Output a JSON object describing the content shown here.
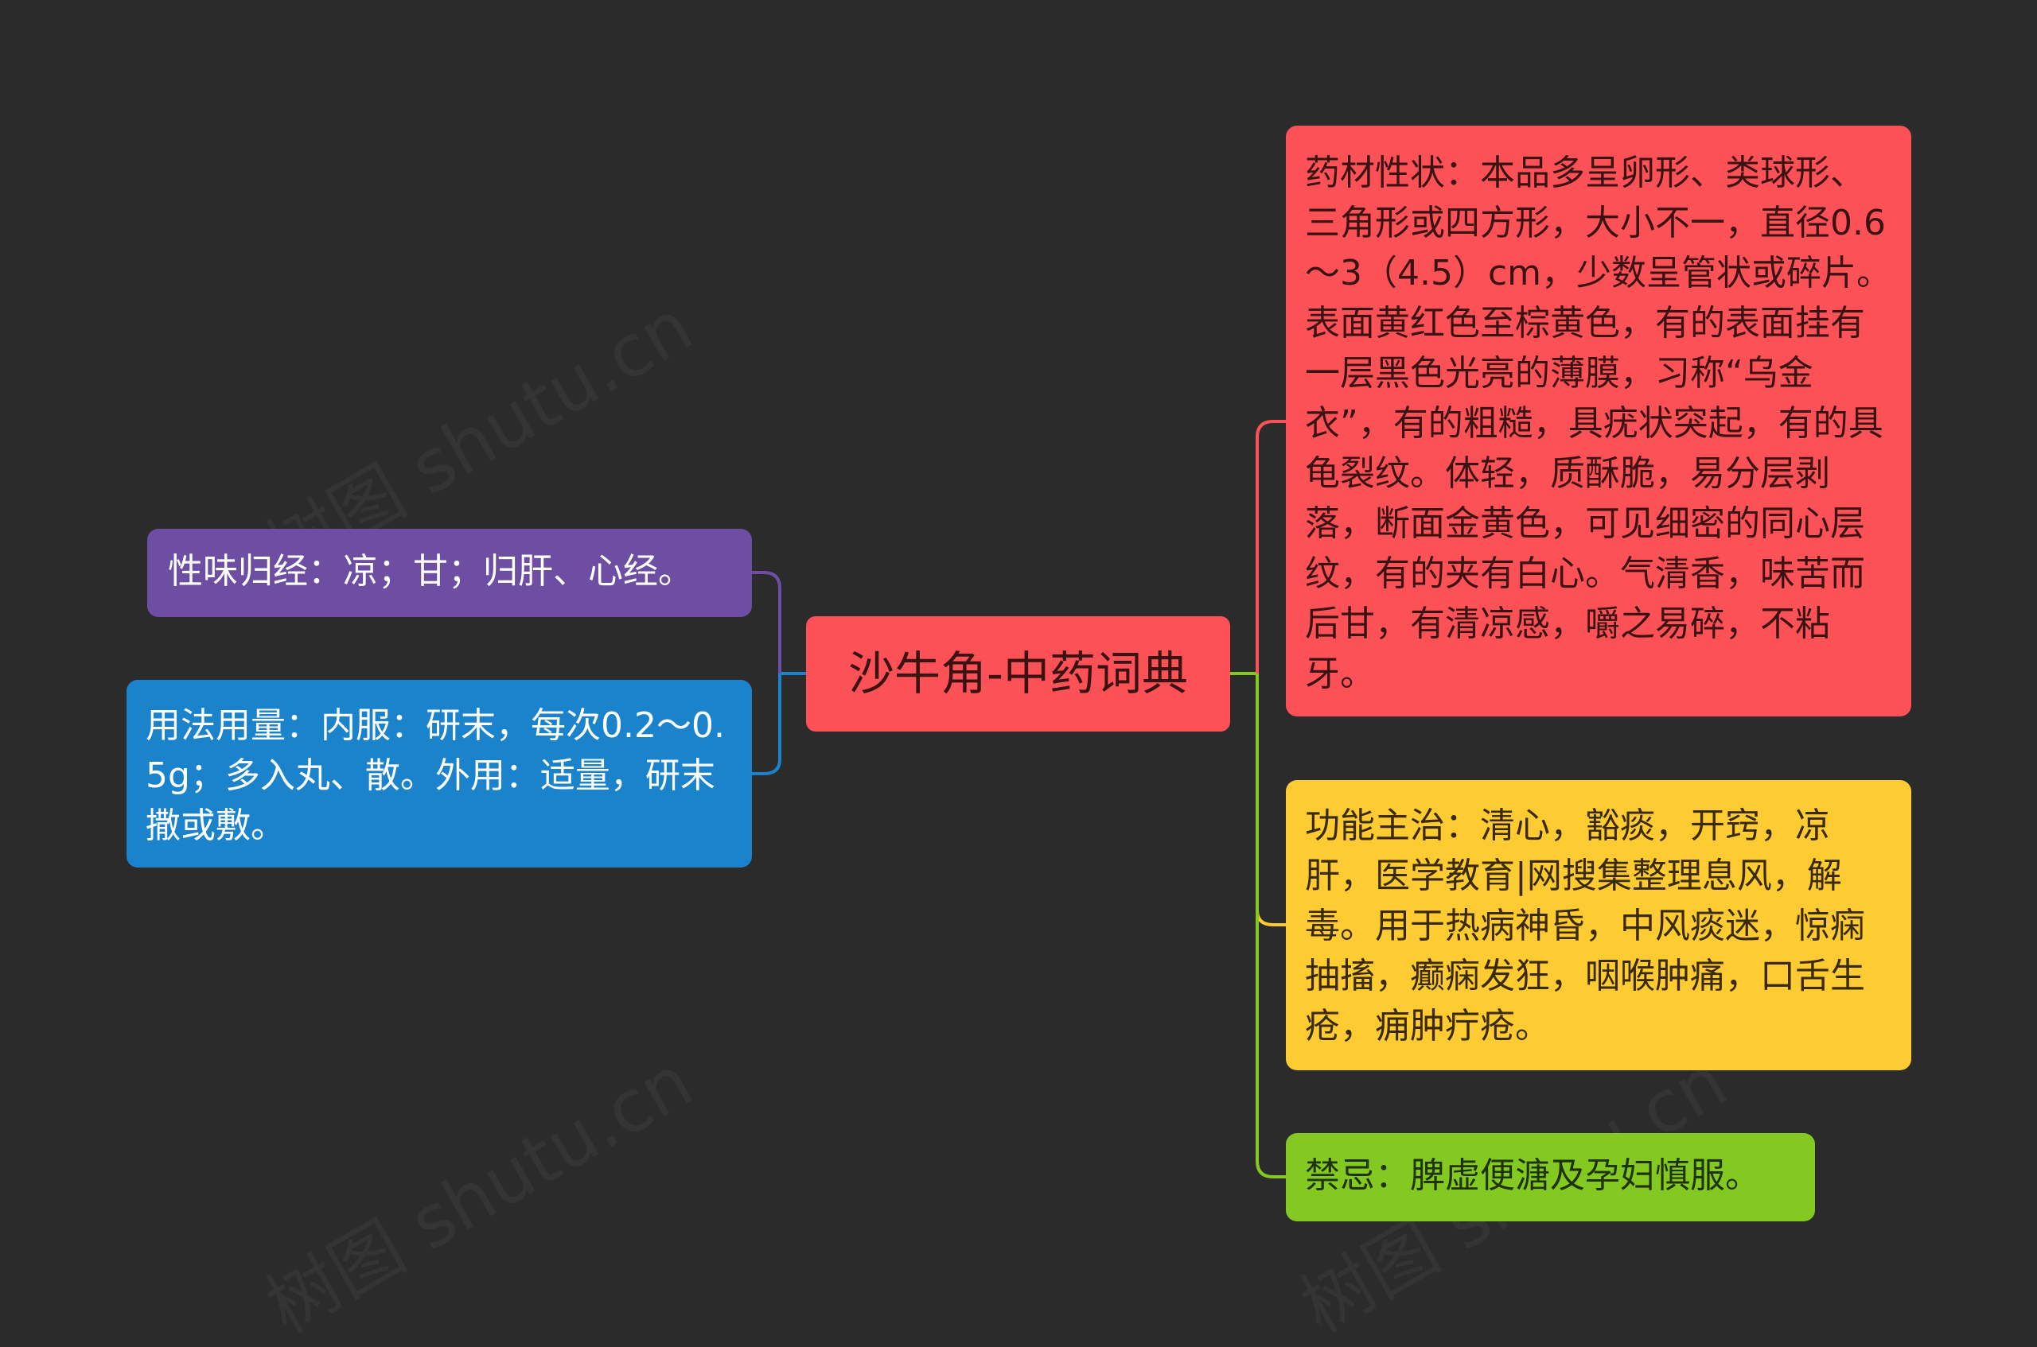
{
  "mindmap": {
    "center": "沙牛角-中药词典",
    "left_nodes": [
      {
        "id": "xingwei",
        "text": "性味归经：凉；甘；归肝、心经。",
        "color": "#6d4ea3"
      },
      {
        "id": "yongfa",
        "text": "用法用量：内服：研末，每次0.2～0.5g；多入丸、散。外用：适量，研末撒或敷。",
        "color": "#1b82cc"
      }
    ],
    "right_nodes": [
      {
        "id": "yaocai",
        "text": "药材性状：本品多呈卵形、类球形、三角形或四方形，大小不一，直径0.6～3（4.5）cm，少数呈管状或碎片。表面黄红色至棕黄色，有的表面挂有一层黑色光亮的薄膜，习称“乌金衣”，有的粗糙，具疣状突起，有的具龟裂纹。体轻，质酥脆，易分层剥落，断面金黄色，可见细密的同心层纹，有的夹有白心。气清香，味苦而后甘，有清凉感，嚼之易碎，不粘牙。",
        "color": "#fc5257"
      },
      {
        "id": "gongneng",
        "text": "功能主治：清心，豁痰，开窍，凉肝，医学教育|网搜集整理息风，解毒。用于热病神昏，中风痰迷，惊痫抽搐，癫痫发狂，咽喉肿痛，口舌生疮，痈肿疔疮。",
        "color": "#fecb33"
      },
      {
        "id": "jinji",
        "text": "禁忌：脾虚便溏及孕妇慎服。",
        "color": "#83c922"
      }
    ]
  },
  "watermark": "树图 shutu.cn",
  "colors": {
    "background": "#2b2b2b"
  }
}
